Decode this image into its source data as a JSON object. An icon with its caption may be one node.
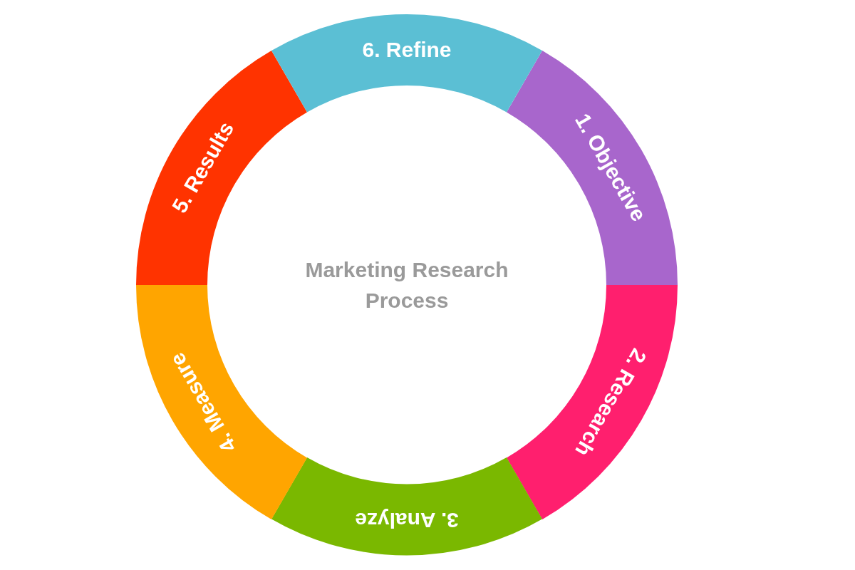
{
  "diagram": {
    "nodes": [
      {
        "text": [
          "1. Objective"
        ]
      },
      {
        "text": [
          "2. Research"
        ]
      },
      {
        "text": [
          "3. Analyze"
        ]
      },
      {
        "text": [
          "4. Measure"
        ]
      },
      {
        "text": [
          "5. Results"
        ]
      },
      {
        "text": [
          "6. Refine"
        ]
      },
      {
        "text": [
          "Marketing Research Process"
        ]
      }
    ],
    "edges": []
  }
}
